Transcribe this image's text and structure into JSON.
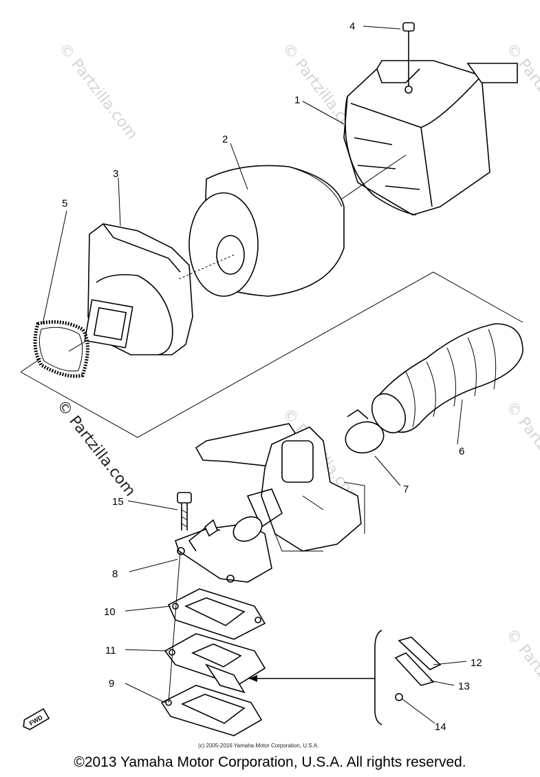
{
  "watermarks": [
    "© Partzilla.com",
    "© Partzilla.com",
    "© Partzilla.com",
    "© Partzilla.com",
    "© Partzilla.com",
    "© Partzilla.com",
    "© Partzilla.com"
  ],
  "callouts": [
    "1",
    "2",
    "3",
    "4",
    "5",
    "6",
    "7",
    "8",
    "9",
    "10",
    "11",
    "12",
    "13",
    "14",
    "15"
  ],
  "fwd_label": "FWD",
  "fine_copyright": "(c) 2005-2016 Yamaha Motor Corporation, U.S.A.",
  "footer_copyright": "©2013 Yamaha Motor Corporation, U.S.A. All rights reserved."
}
